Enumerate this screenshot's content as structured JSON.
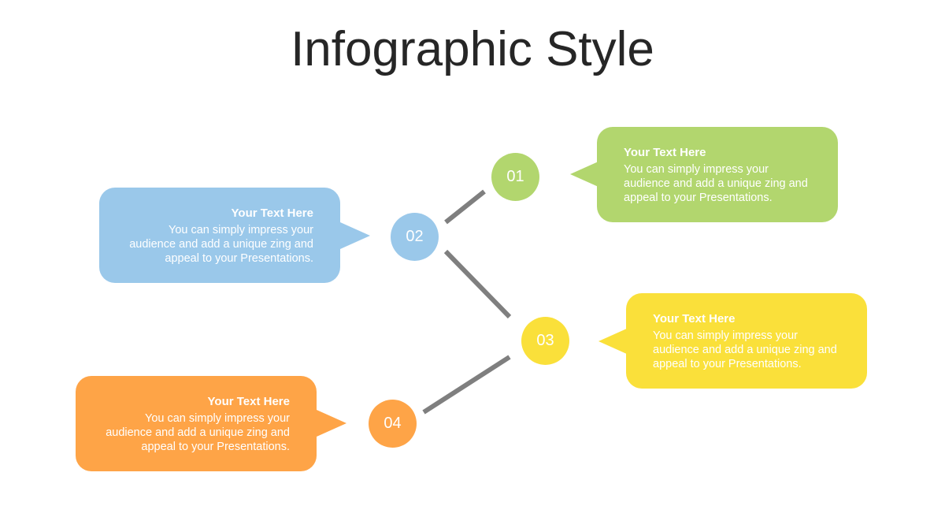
{
  "slide": {
    "title": "Infographic Style"
  },
  "colors": {
    "green": "#b2d66e",
    "blue": "#9ac8ea",
    "yellow": "#fae03a",
    "orange": "#fea447",
    "connector": "#7f7f7f",
    "title": "#262626"
  },
  "steps": [
    {
      "number": "01",
      "color": "green",
      "heading": "Your Text Here",
      "body": "You can simply impress your audience and add a unique zing and appeal to your Presentations."
    },
    {
      "number": "02",
      "color": "blue",
      "heading": "Your Text Here",
      "body": "You can simply impress your audience and add a unique zing and appeal to your Presentations."
    },
    {
      "number": "03",
      "color": "yellow",
      "heading": "Your Text Here",
      "body": "You can simply impress your audience and add a unique zing and appeal to your Presentations."
    },
    {
      "number": "04",
      "color": "orange",
      "heading": "Your Text Here",
      "body": "You can simply impress your audience and add a unique zing and appeal to your Presentations."
    }
  ]
}
